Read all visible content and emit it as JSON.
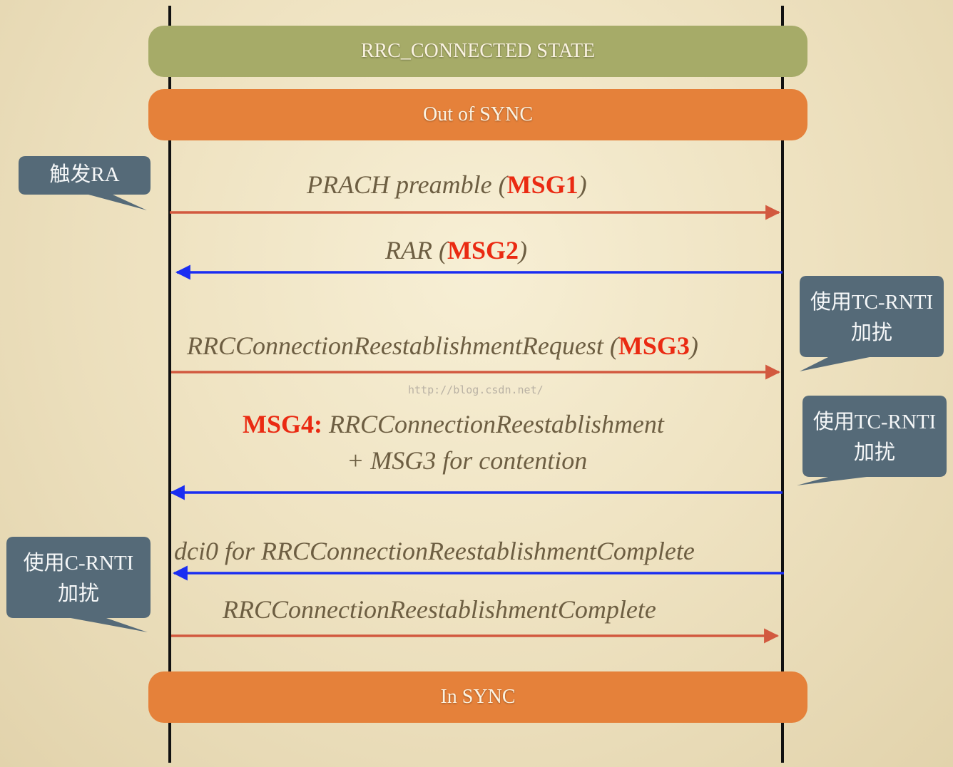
{
  "diagram": {
    "states": {
      "connected": "RRC_CONNECTED STATE",
      "out_of_sync": "Out of SYNC",
      "in_sync": "In SYNC"
    },
    "messages": [
      {
        "text_before": "PRACH preamble (",
        "tag": "MSG1",
        "text_after": ")",
        "direction": "uplink",
        "color": "#d2593f"
      },
      {
        "text_before": "RAR (",
        "tag": "MSG2",
        "text_after": ")",
        "direction": "downlink",
        "color": "#1a2df2"
      },
      {
        "text_before": "RRCConnectionReestablishmentRequest (",
        "tag": "MSG3",
        "text_after": ")",
        "direction": "uplink",
        "color": "#d2593f"
      },
      {
        "tag": "MSG4:",
        "line1": " RRCConnectionReestablishment",
        "line2": "+ MSG3 for contention",
        "direction": "downlink",
        "color": "#1a2df2"
      },
      {
        "text": "dci0 for RRCConnectionReestablishmentComplete",
        "direction": "downlink",
        "color": "#1a2df2"
      },
      {
        "text": "RRCConnectionReestablishmentComplete",
        "direction": "uplink",
        "color": "#d2593f"
      }
    ],
    "callouts": {
      "trigger_ra": "触发RA",
      "tc_rnti_1": {
        "line1": "使用TC-RNTI",
        "line2": "加扰"
      },
      "tc_rnti_2": {
        "line1": "使用TC-RNTI",
        "line2": "加扰"
      },
      "c_rnti": {
        "line1": "使用C-RNTI",
        "line2": "加扰"
      }
    },
    "watermark": "http://blog.csdn.net/"
  },
  "colors": {
    "state_green": "#a6ab68",
    "state_orange": "#e5813a",
    "callout": "#556a78",
    "uplink_arrow": "#d2593f",
    "downlink_arrow": "#1a2df2",
    "tag_red": "#ea2a12"
  }
}
